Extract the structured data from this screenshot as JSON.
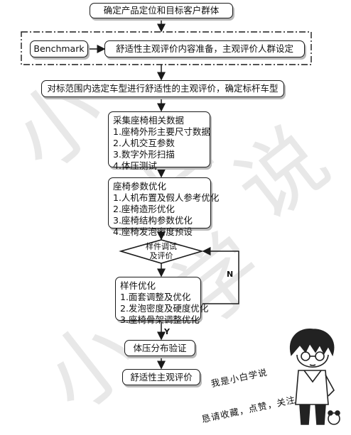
{
  "flowchart": {
    "step1": "确定产品定位和目标客户群体",
    "benchmark": "Benchmark",
    "prep": "舒适性主观评价内容准备，主观评价人群设定",
    "step3": "对标范围内选定车型进行舒适性的主观评价，确定标杆车型",
    "collect": {
      "title": "采集座椅相关数据",
      "items": [
        "1.座椅外形主要尺寸数据",
        "2.人机交互参数",
        "3.数字外形扫描",
        "4.体压测试"
      ]
    },
    "optimize": {
      "title": "座椅参数优化",
      "items": [
        "1.人机布置及假人参考优化",
        "2.座椅造形优化",
        "3.座椅结构参数优化",
        "4.座椅发泡密度预设"
      ]
    },
    "decision": [
      "样件调试",
      "及评价"
    ],
    "sample": {
      "title": "样件优化",
      "items": [
        "1.面套调整及优化",
        "2.发泡密度及硬度优化",
        "3.座椅骨架调整优化"
      ]
    },
    "no_label": "N",
    "yes_label": "Y",
    "pressure": "体压分布验证",
    "final": "舒适性主观评价"
  },
  "watermark": {
    "chars": [
      "小",
      "白",
      "学",
      "说"
    ]
  },
  "mascot": {
    "line1": "我是小白学说",
    "line2": "恳请收藏，点赞，关注！"
  }
}
